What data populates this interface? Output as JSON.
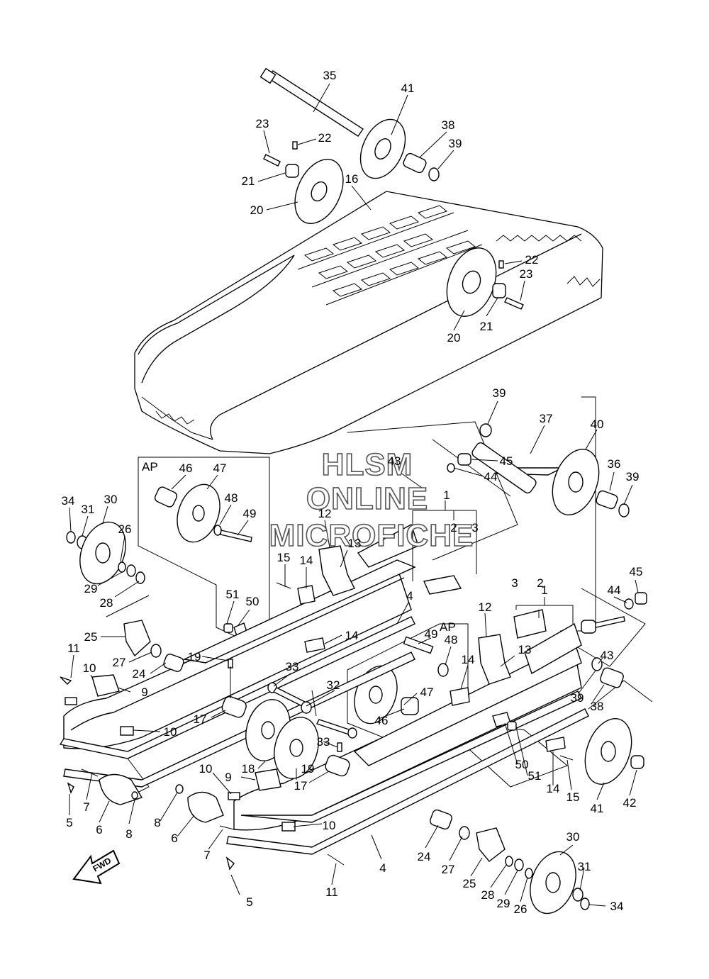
{
  "watermark": [
    "HLSM",
    "ONLINE",
    "MICROFICHE"
  ],
  "fwd_label": "FWD",
  "ap_label": "AP",
  "callouts": [
    {
      "text": "35"
    },
    {
      "text": "41"
    },
    {
      "text": "38"
    },
    {
      "text": "39"
    },
    {
      "text": "23"
    },
    {
      "text": "22"
    },
    {
      "text": "21"
    },
    {
      "text": "16"
    },
    {
      "text": "20"
    },
    {
      "text": "22"
    },
    {
      "text": "23"
    },
    {
      "text": "21"
    },
    {
      "text": "20"
    },
    {
      "text": "39"
    },
    {
      "text": "37"
    },
    {
      "text": "40"
    },
    {
      "text": "45"
    },
    {
      "text": "44"
    },
    {
      "text": "43"
    },
    {
      "text": "36"
    },
    {
      "text": "39"
    },
    {
      "text": "1"
    },
    {
      "text": "2"
    },
    {
      "text": "3"
    },
    {
      "text": "46"
    },
    {
      "text": "47"
    },
    {
      "text": "48"
    },
    {
      "text": "49"
    },
    {
      "text": "34"
    },
    {
      "text": "31"
    },
    {
      "text": "30"
    },
    {
      "text": "26"
    },
    {
      "text": "29"
    },
    {
      "text": "28"
    },
    {
      "text": "12"
    },
    {
      "text": "13"
    },
    {
      "text": "15"
    },
    {
      "text": "14"
    },
    {
      "text": "51"
    },
    {
      "text": "50"
    },
    {
      "text": "4"
    },
    {
      "text": "1"
    },
    {
      "text": "3"
    },
    {
      "text": "2"
    },
    {
      "text": "44"
    },
    {
      "text": "45"
    },
    {
      "text": "14"
    },
    {
      "text": "25"
    },
    {
      "text": "11"
    },
    {
      "text": "27"
    },
    {
      "text": "19"
    },
    {
      "text": "10"
    },
    {
      "text": "24"
    },
    {
      "text": "9"
    },
    {
      "text": "33"
    },
    {
      "text": "49"
    },
    {
      "text": "48"
    },
    {
      "text": "12"
    },
    {
      "text": "13"
    },
    {
      "text": "43"
    },
    {
      "text": "14"
    },
    {
      "text": "32"
    },
    {
      "text": "47"
    },
    {
      "text": "39"
    },
    {
      "text": "38"
    },
    {
      "text": "17"
    },
    {
      "text": "10"
    },
    {
      "text": "46"
    },
    {
      "text": "33"
    },
    {
      "text": "18"
    },
    {
      "text": "19"
    },
    {
      "text": "10"
    },
    {
      "text": "9"
    },
    {
      "text": "17"
    },
    {
      "text": "50"
    },
    {
      "text": "51"
    },
    {
      "text": "14"
    },
    {
      "text": "15"
    },
    {
      "text": "41"
    },
    {
      "text": "42"
    },
    {
      "text": "7"
    },
    {
      "text": "5"
    },
    {
      "text": "6"
    },
    {
      "text": "8"
    },
    {
      "text": "8"
    },
    {
      "text": "6"
    },
    {
      "text": "7"
    },
    {
      "text": "10"
    },
    {
      "text": "4"
    },
    {
      "text": "24"
    },
    {
      "text": "27"
    },
    {
      "text": "30"
    },
    {
      "text": "31"
    },
    {
      "text": "25"
    },
    {
      "text": "28"
    },
    {
      "text": "29"
    },
    {
      "text": "26"
    },
    {
      "text": "34"
    },
    {
      "text": "11"
    },
    {
      "text": "5"
    }
  ]
}
